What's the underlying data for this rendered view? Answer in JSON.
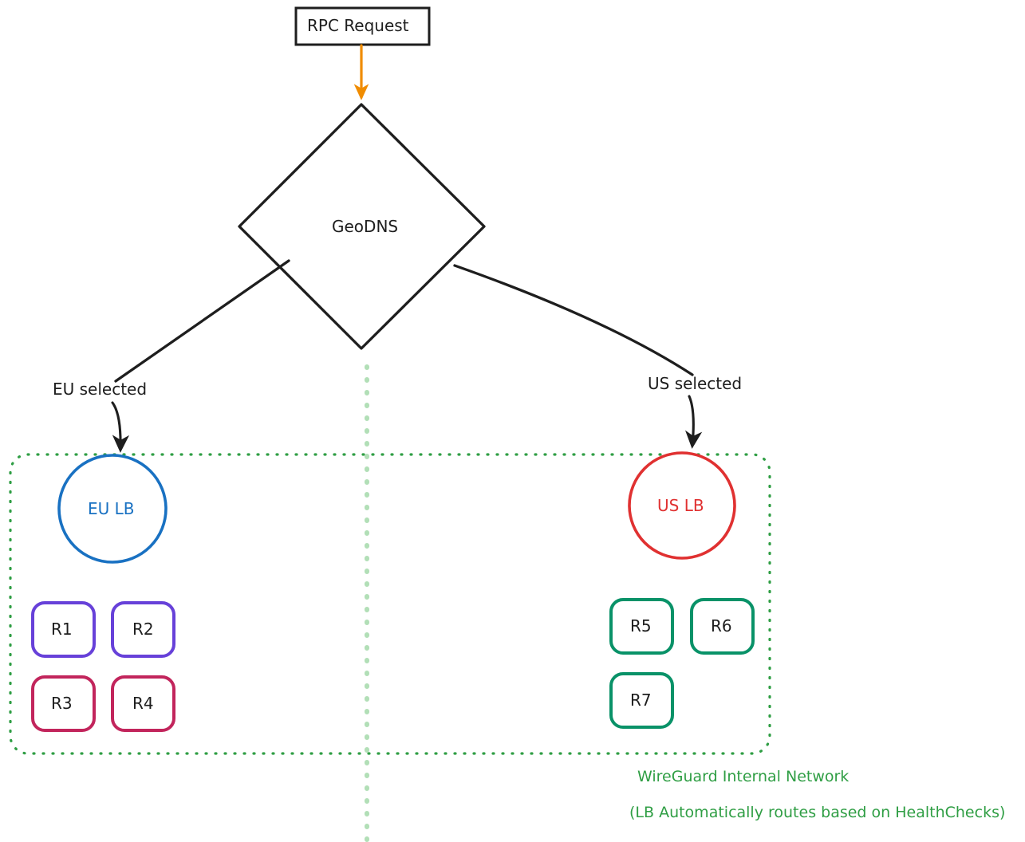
{
  "diagram": {
    "type": "flowchart",
    "title_node": "RPC Request",
    "decision_node": "GeoDNS",
    "edges": [
      {
        "label": "EU selected",
        "from": "GeoDNS",
        "to": "EU LB"
      },
      {
        "label": "US selected",
        "from": "GeoDNS",
        "to": "US LB"
      }
    ],
    "load_balancers": [
      {
        "label": "EU LB",
        "color": "#1971c2",
        "region": "eu"
      },
      {
        "label": "US LB",
        "color": "#e03131",
        "region": "us"
      }
    ],
    "nodes_eu": [
      {
        "label": "R1",
        "color": "#6741d9"
      },
      {
        "label": "R2",
        "color": "#6741d9"
      },
      {
        "label": "R3",
        "color": "#c2255c"
      },
      {
        "label": "R4",
        "color": "#c2255c"
      }
    ],
    "nodes_us": [
      {
        "label": "R5",
        "color": "#099268"
      },
      {
        "label": "R6",
        "color": "#099268"
      },
      {
        "label": "R7",
        "color": "#099268"
      }
    ],
    "container": {
      "caption_line1": "WireGuard Internal Network",
      "caption_line2": "(LB Automatically routes based on HealthChecks)",
      "border_color": "#2f9e44",
      "divider_color": "#b2dfb7"
    },
    "colors": {
      "stroke": "#1e1e1e",
      "arrow_primary": "#f08c00",
      "green": "#2f9e44"
    }
  }
}
